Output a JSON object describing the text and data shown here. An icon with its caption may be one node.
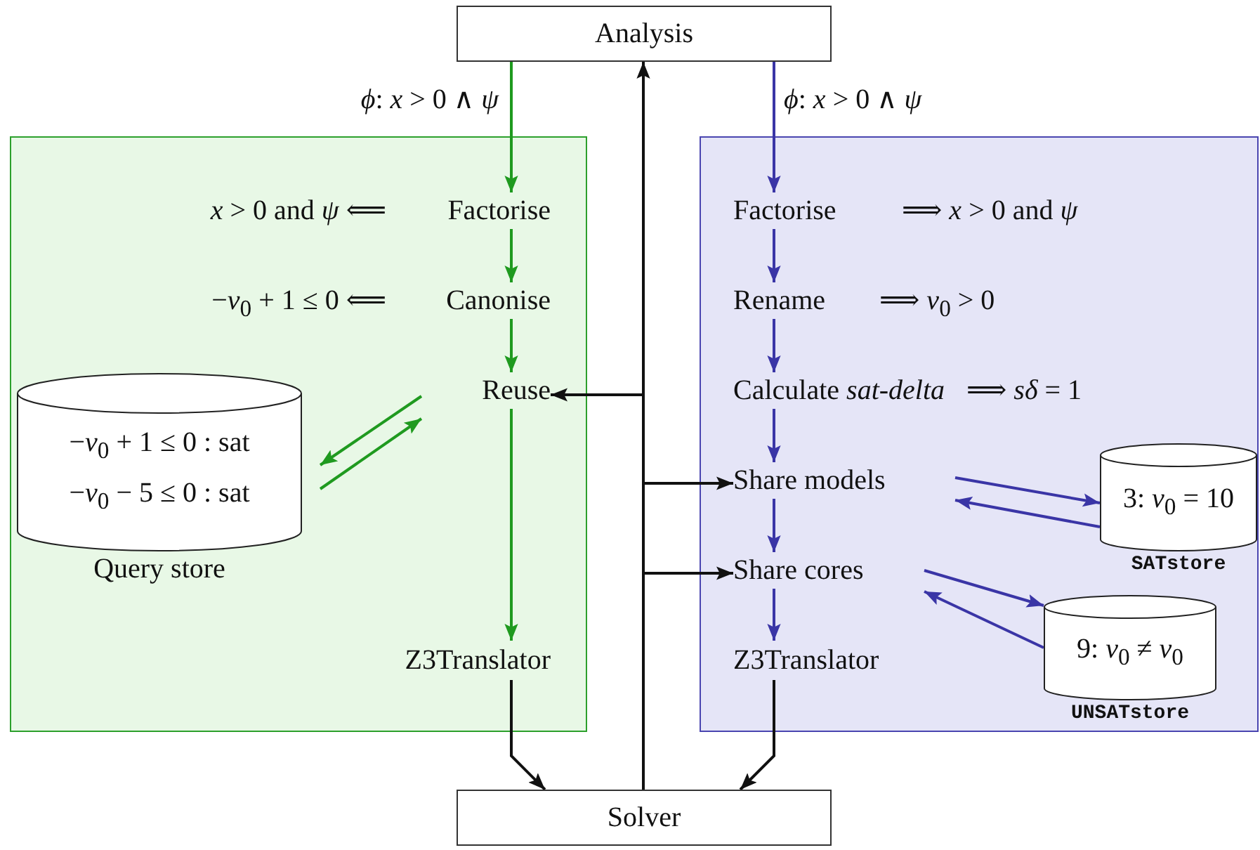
{
  "diagram": {
    "nodes": [
      {
        "text": [
          "Analysis"
        ]
      },
      {
        "text": [
          "Solver"
        ]
      },
      {
        "text": [],
        "shape": "box"
      },
      {
        "text": [
          "Factorise"
        ],
        "in": 2,
        "beside": [
          "*x* > 0 and *ψ* ⟸"
        ]
      },
      {
        "text": [
          "Canonise"
        ],
        "in": 2,
        "beside": [
          "−*v*$_{0}$ + 1 ≤ 0 ⟸"
        ]
      },
      {
        "text": [
          "Reuse"
        ],
        "in": 2
      },
      {
        "text": [
          "−*v*$_{0}$ + 1 ≤ 0 : sat",
          "−*v*$_{0}$ − 5 ≤ 0 : sat",
          "Query store"
        ],
        "in": 2
      },
      {
        "text": [
          "Z3Translator"
        ],
        "in": 2
      },
      {
        "text": [],
        "shape": "box"
      },
      {
        "text": [
          "Factorise"
        ],
        "in": 8,
        "beside": [
          "⟹ *x* > 0 and *ψ*"
        ]
      },
      {
        "text": [
          "Rename"
        ],
        "in": 8,
        "beside": [
          "⟹ *v*$_{0}$ > 0"
        ]
      },
      {
        "text": [
          "Calculate *sat-delta*"
        ],
        "in": 8,
        "beside": [
          "⟹ *sδ* = 1"
        ]
      },
      {
        "text": [
          "Share models"
        ],
        "in": 8
      },
      {
        "text": [
          "3: *v*$_{0}$ = 10",
          "SATstore"
        ],
        "in": 8
      },
      {
        "text": [
          "Share cores"
        ],
        "in": 8
      },
      {
        "text": [
          "9: *v*$_{0}$ ≠ *v*$_{0}$",
          "UNSATstore"
        ],
        "in": 8
      },
      {
        "text": [
          "Z3Translator"
        ],
        "in": 8
      }
    ],
    "edges": [
      {
        "from": 0,
        "to": 3,
        "arrow": "to",
        "label": "*ϕ*: *x* > 0 ∧ *ψ*",
        "color": "#1f9a1f"
      },
      {
        "from": 0,
        "to": 9,
        "arrow": "to",
        "label": "*ϕ*: *x* > 0 ∧ *ψ*"
      },
      {
        "from": 3,
        "to": 4,
        "arrow": "to",
        "color": "#1f9a1f"
      },
      {
        "from": 4,
        "to": 5,
        "arrow": "to",
        "color": "#1f9a1f"
      },
      {
        "from": 5,
        "to": 7,
        "arrow": "to",
        "color": "#1f9a1f"
      },
      {
        "from": 5,
        "to": 6,
        "arrow": "to",
        "color": "#1f9a1f"
      },
      {
        "from": 6,
        "to": 5,
        "arrow": "to",
        "color": "#1f9a1f"
      },
      {
        "from": 1,
        "to": 0,
        "arrow": "to",
        "color": "#111111"
      },
      {
        "from": 1,
        "to": 5,
        "arrow": "to",
        "color": "#111111"
      },
      {
        "from": 1,
        "to": 12,
        "arrow": "to",
        "color": "#111111"
      },
      {
        "from": 1,
        "to": 14,
        "arrow": "to",
        "color": "#111111"
      },
      {
        "from": 7,
        "to": 1,
        "arrow": "to",
        "color": "#111111"
      },
      {
        "from": 16,
        "to": 1,
        "arrow": "to",
        "color": "#111111"
      },
      {
        "from": 9,
        "to": 10,
        "arrow": "to"
      },
      {
        "from": 10,
        "to": 11,
        "arrow": "to"
      },
      {
        "from": 11,
        "to": 12,
        "arrow": "to"
      },
      {
        "from": 12,
        "to": 14,
        "arrow": "to"
      },
      {
        "from": 14,
        "to": 16,
        "arrow": "to"
      },
      {
        "from": 12,
        "to": 13,
        "arrow": "to"
      },
      {
        "from": 13,
        "to": 12,
        "arrow": "to"
      },
      {
        "from": 14,
        "to": 15,
        "arrow": "to"
      },
      {
        "from": 15,
        "to": 14,
        "arrow": "to"
      }
    ]
  }
}
